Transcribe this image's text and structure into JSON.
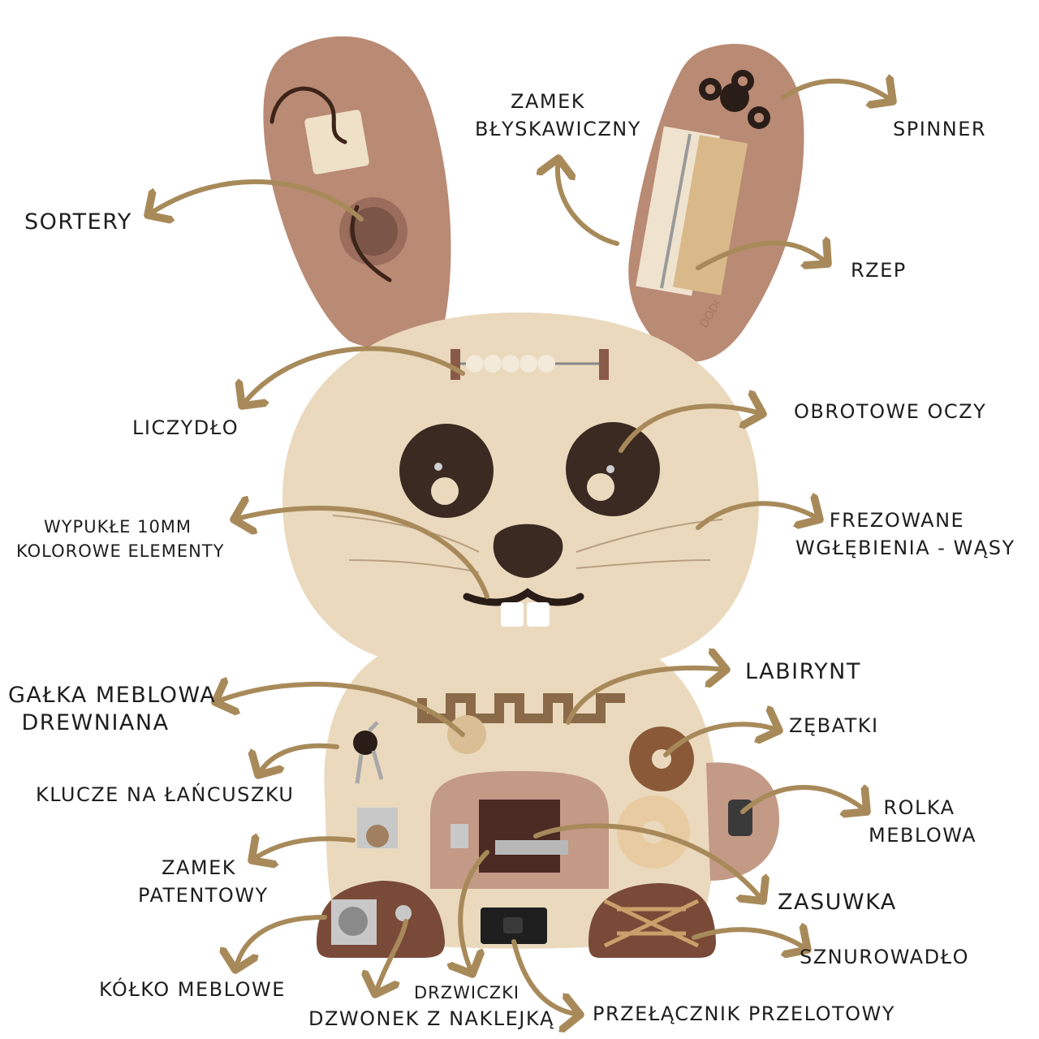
{
  "labels": {
    "sortery": "SORTERY",
    "zamek_blyskawiczny": [
      "ZAMEK",
      "BŁYSKAWICZNY"
    ],
    "spinner": "SPINNER",
    "rzep": "RZEP",
    "liczydlo": "LICZYDŁO",
    "obrotowe_oczy": "OBROTOWE OCZY",
    "wypukle": [
      "WYPUKŁE 10MM",
      "KOLOROWE ELEMENTY"
    ],
    "frezowane": [
      "FREZOWANE",
      "WGŁĘBIENIA - WĄSY"
    ],
    "galka": [
      "GAŁKA MEBLOWA",
      "DREWNIANA"
    ],
    "labirynt": "LABIRYNT",
    "zebatki": "ZĘBATKI",
    "klucze": "KLUCZE NA ŁAŃCUSZKU",
    "rolka": [
      "ROLKA",
      "MEBLOWA"
    ],
    "zamek_patentowy": [
      "ZAMEK",
      "PATENTOWY"
    ],
    "zasuwka": "ZASUWKA",
    "sznurowadlo": "SZNUROWADŁO",
    "kolko": "KÓŁKO MEBLOWE",
    "drzwiczki": "DRZWICZKI",
    "dzwonek": "DZWONEK Z NAKLEJKĄ",
    "przelacznik": "PRZEŁĄCZNIK PRZELOTOWY"
  },
  "brand_mark": "DODI",
  "colors": {
    "wood": "#ead9bd",
    "ear": "#b98a74",
    "dark_brown": "#3b2a22",
    "arrow": "#a88a5a",
    "rose": "#c39a86"
  }
}
